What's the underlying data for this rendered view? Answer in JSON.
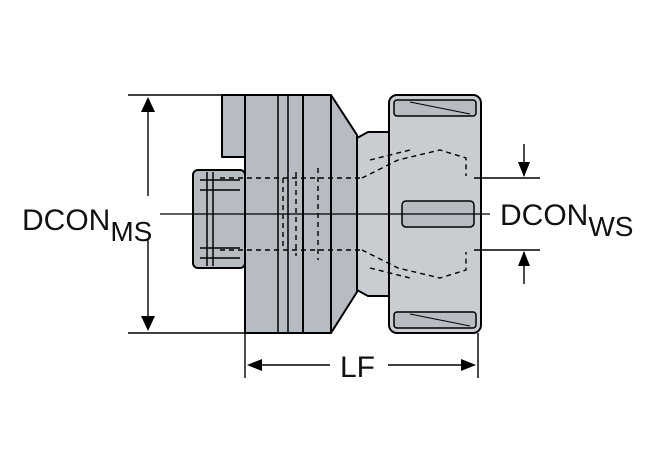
{
  "diagram": {
    "labels": {
      "dcon_ms": {
        "main": "DCON",
        "sub": "MS"
      },
      "dcon_ws": {
        "main": "DCON",
        "sub": "WS"
      },
      "lf": "LF"
    },
    "colors": {
      "body": "#b7bcc3",
      "body_light": "#c9cdd2",
      "outline": "#000000",
      "dash": "#000000"
    }
  }
}
